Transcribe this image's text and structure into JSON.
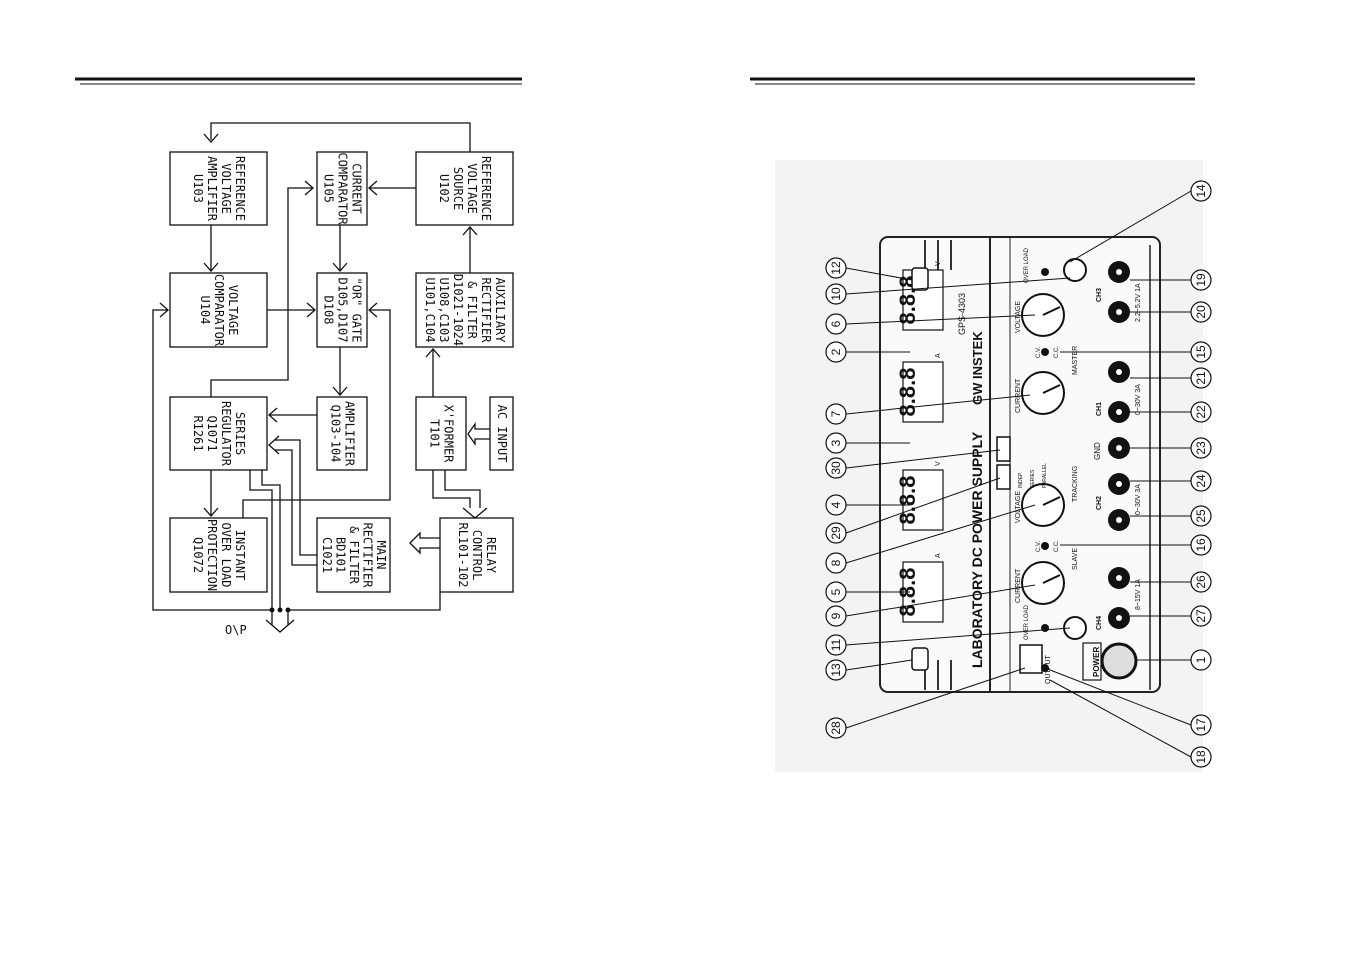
{
  "block_diagram": {
    "blocks": {
      "ref_amp": [
        "REFERENCE",
        "VOLTAGE",
        "AMPLIFIER",
        "U103"
      ],
      "cur_comp": [
        "CURRENT",
        "COMPARATOR",
        "U105"
      ],
      "ref_src": [
        "REFERENCE",
        "VOLTAGE",
        "SOURCE",
        "U102"
      ],
      "volt_comp": [
        "VOLTAGE",
        "COMPARATOR",
        "U104"
      ],
      "or_gate": [
        "\"OR\" GATE",
        "D105,D107",
        "D108"
      ],
      "aux_rect": [
        "AUXILIARY",
        "RECTIFIER",
        "& FILTER",
        "D1021-1024",
        "U108,C103",
        "U101,C104"
      ],
      "series": [
        "SERIES",
        "REGULATOR",
        "Q1071",
        "R1261"
      ],
      "amplifier": [
        "AMPLIFIER",
        "Q103-104"
      ],
      "xformer": [
        "X'FORMER",
        "T101"
      ],
      "ac_input": [
        "AC INPUT"
      ],
      "instant": [
        "INSTANT",
        "OVER LOAD",
        "PROTECTION",
        "Q1072"
      ],
      "main_rect": [
        "MAIN",
        "RECTIFIER",
        "& FILTER",
        "BD101",
        "C1021"
      ],
      "relay": [
        "RELAY",
        "CONTROL",
        "RL101-102"
      ]
    },
    "output_label": "O\\P"
  },
  "panel": {
    "title": "LABORATORY DC POWER SUPPLY",
    "brand": "GW INSTEK",
    "model": "GPS-4303",
    "power_label": "POWER",
    "gnd_label": "GND",
    "tracking_label": "TRACKING",
    "master_label": "MASTER",
    "slave_label": "SLAVE",
    "output_label": "OUTPUT",
    "voltage_label": "VOLTAGE",
    "current_label": "CURRENT",
    "overload_label": "OVER LOAD",
    "cv_label": "C.V.",
    "cc_label": "C.C.",
    "ch1_label": "CH1",
    "ch2_label": "CH2",
    "ch3_label": "CH3",
    "ch4_label": "CH4",
    "ch3_rating": "2.2~5.2V 1A",
    "ch1_rating": "0~30V 3A",
    "ch2_rating": "0~30V 3A",
    "ch4_rating": "8~15V 1A",
    "mode_labels": [
      "INDEP.",
      "SERIES",
      "PARALLEL"
    ],
    "display_digits": "8.8.8",
    "unit_v": "V",
    "unit_a": "A",
    "callouts": [
      "1",
      "2",
      "3",
      "4",
      "5",
      "6",
      "7",
      "8",
      "9",
      "10",
      "11",
      "12",
      "13",
      "14",
      "15",
      "16",
      "17",
      "18",
      "19",
      "20",
      "21",
      "22",
      "23",
      "24",
      "25",
      "26",
      "27",
      "28",
      "29",
      "30"
    ]
  }
}
